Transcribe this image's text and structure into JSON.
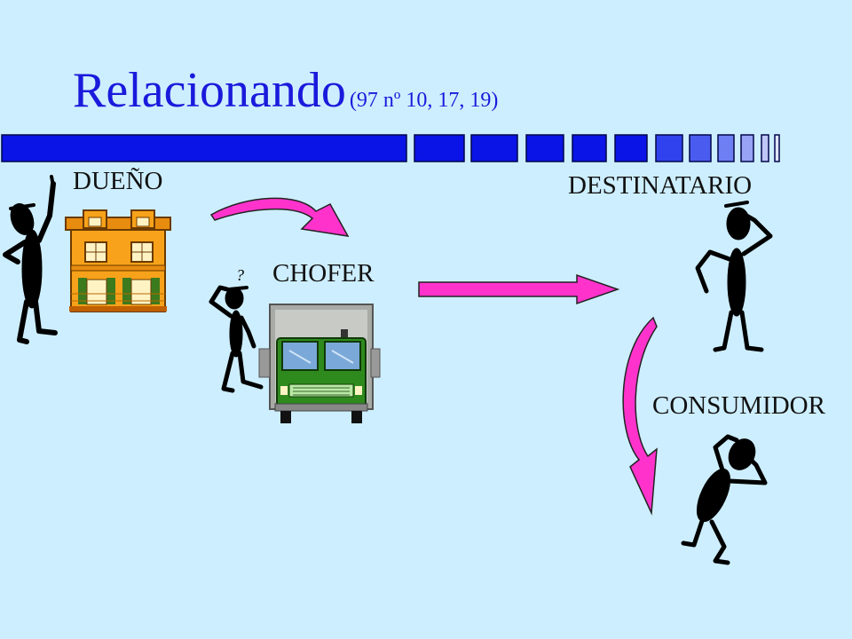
{
  "title": {
    "main": "Relacionando",
    "sub": "(97 nº 10, 17, 19)"
  },
  "labels": {
    "owner": "DUEÑO",
    "driver": "CHOFER",
    "recipient": "DESTINATARIO",
    "consumer": "CONSUMIDOR"
  },
  "question_mark": "?",
  "colors": {
    "background": "#cdeefe",
    "title": "#1a1adc",
    "bar": "#0a14e6",
    "arrow": "#ff33cc"
  }
}
